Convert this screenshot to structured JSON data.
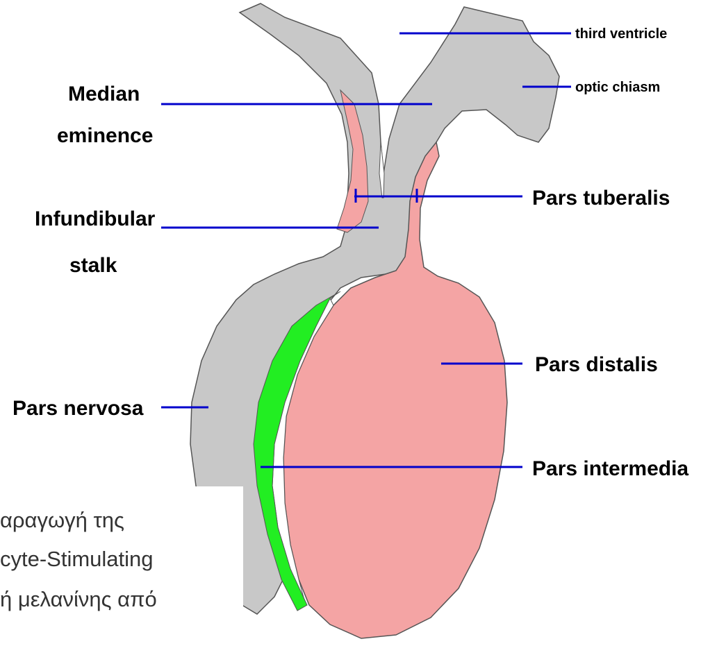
{
  "diagram": {
    "labels": {
      "third_ventricle": "third ventricle",
      "optic_chiasm": "optic chiasm",
      "median_eminence_1": "Median",
      "median_eminence_2": "eminence",
      "infundibular_stalk_1": "Infundibular",
      "infundibular_stalk_2": "stalk",
      "pars_tuberalis": "Pars tuberalis",
      "pars_distalis": "Pars distalis",
      "pars_nervosa": "Pars nervosa",
      "pars_intermedia": "Pars intermedia"
    },
    "overlay_text": {
      "line1": "αραγωγή της",
      "line2": "cyte-Stimulating",
      "line3": "ή μελανίνης από"
    },
    "colors": {
      "neural_tissue": "#c8c8c8",
      "adenohypophysis": "#f4a4a4",
      "pars_intermedia": "#22ee22",
      "outline": "#555555",
      "leader_lines": "#0000cc"
    }
  }
}
